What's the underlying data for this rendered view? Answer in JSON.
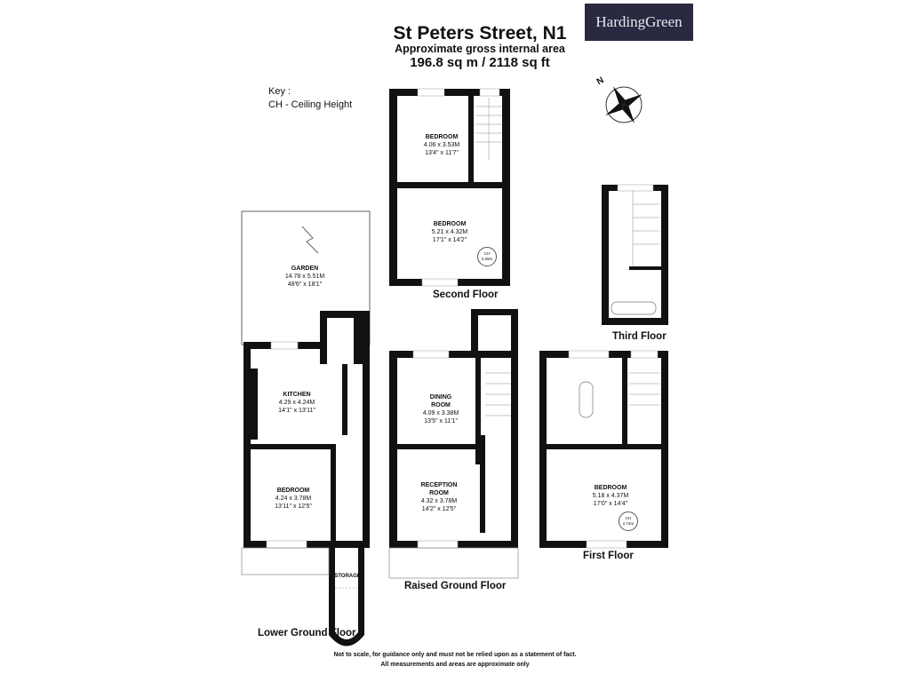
{
  "header": {
    "title": "St Peters Street, N1",
    "subtitle": "Approximate gross internal area",
    "area": "196.8 sq m /  2118 sq ft"
  },
  "logo": {
    "text": "HardingGreen",
    "background": "#2a2942"
  },
  "key": {
    "heading": "Key :",
    "entry": "CH - Ceiling Height"
  },
  "compass": {
    "label": "N",
    "icon": "compass-rose-icon"
  },
  "floors": {
    "second": {
      "label": "Second Floor",
      "rooms": [
        {
          "name": "BEDROOM",
          "metric": "4.06 x 3.53M",
          "imperial": "13'4\" x 11'7\""
        },
        {
          "name": "BEDROOM",
          "metric": "5.21 x 4.32M",
          "imperial": "17'1\" x 14'2\""
        }
      ],
      "ceiling": {
        "label": "CH",
        "value": "2.59m"
      }
    },
    "third": {
      "label": "Third Floor"
    },
    "lower_ground": {
      "label": "Lower Ground Floor",
      "rooms": [
        {
          "name": "GARDEN",
          "metric": "14.78 x 5.51M",
          "imperial": "48'6\" x 18'1\""
        },
        {
          "name": "KITCHEN",
          "metric": "4.29 x 4.24M",
          "imperial": "14'1\" x 13'11\""
        },
        {
          "name": "BEDROOM",
          "metric": "4.24 x 3.78M",
          "imperial": "13'11\" x 12'5\""
        },
        {
          "name": "STORAGE"
        }
      ]
    },
    "raised_ground": {
      "label": "Raised Ground Floor",
      "rooms": [
        {
          "name": "DINING",
          "name2": "ROOM",
          "metric": "4.09 x 3.38M",
          "imperial": "13'5\" x 11'1\""
        },
        {
          "name": "RECEPTION",
          "name2": "ROOM",
          "metric": "4.32 x 3.78M",
          "imperial": "14'2\" x 12'5\""
        }
      ]
    },
    "first": {
      "label": "First Floor",
      "rooms": [
        {
          "name": "BEDROOM",
          "metric": "5.18 x 4.37M",
          "imperial": "17'0\" x 14'4\""
        }
      ],
      "ceiling": {
        "label": "CH",
        "value": "2.74m"
      }
    }
  },
  "disclaimer": {
    "line1": "Not to scale, for guidance only and must not be relied upon as a statement of fact.",
    "line2": "All measurements and areas are approximate only"
  }
}
